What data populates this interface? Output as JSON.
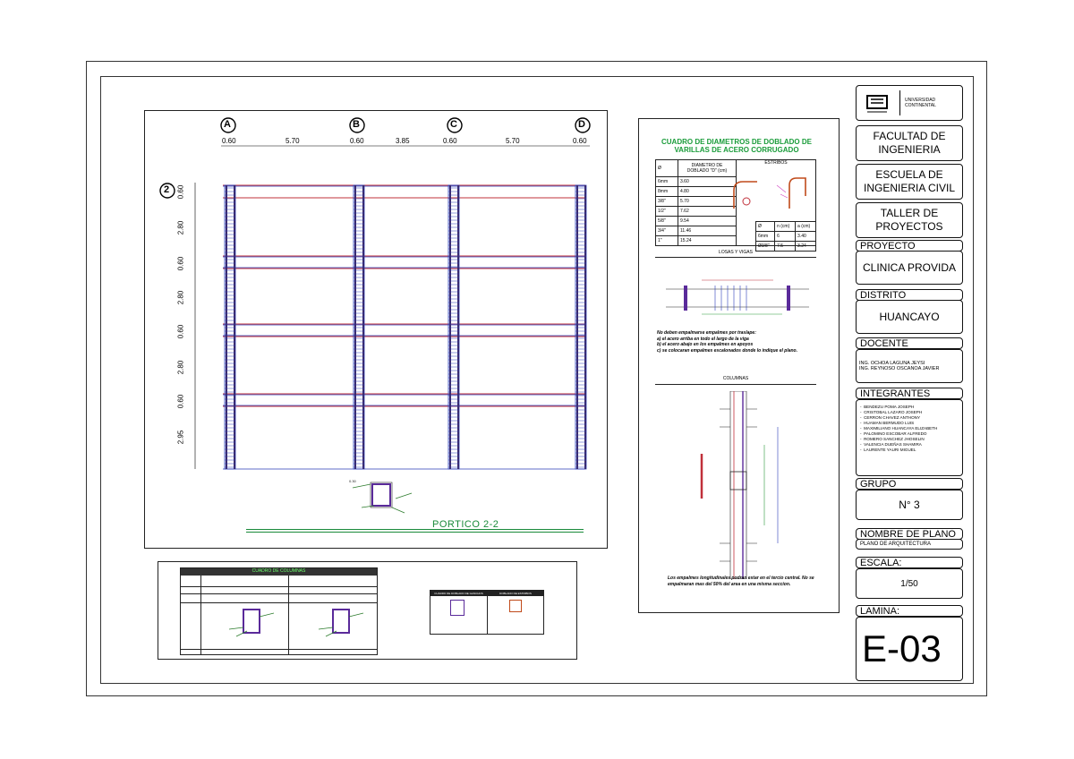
{
  "plan": {
    "axes": [
      "A",
      "B",
      "C",
      "D"
    ],
    "top_dims": [
      "0.60",
      "5.70",
      "0.60",
      "3.85",
      "0.60",
      "5.70",
      "0.60"
    ],
    "side_axis": "2",
    "side_dims": [
      "0.60",
      "2.80",
      "0.60",
      "2.80",
      "0.60",
      "2.80",
      "0.60",
      "2.95"
    ],
    "title": "PORTICO 2-2"
  },
  "details": {
    "table_title": "CUADRO DE DIAMETROS DE DOBLADO DE VARILLAS DE ACERO CORRUGADO",
    "col_diam": "Ø",
    "col_doblado": "DIAMETRO DE DOBLADO \"D\" (cm)",
    "col_estribos": "ESTRIBOS",
    "rows": [
      {
        "d": "6mm",
        "v": "3.60"
      },
      {
        "d": "8mm",
        "v": "4.80"
      },
      {
        "d": "3/8\"",
        "v": "5.70"
      },
      {
        "d": "1/2\"",
        "v": "7.62"
      },
      {
        "d": "5/8\"",
        "v": "9.54"
      },
      {
        "d": "3/4\"",
        "v": "11.46"
      },
      {
        "d": "1\"",
        "v": "15.24"
      }
    ],
    "estribos_head": [
      "Ø",
      "n (cm)",
      "a (cm)"
    ],
    "estribos_rows": [
      [
        "6mm",
        "6",
        "3.40"
      ],
      [
        "Ø3/8\"",
        "7.5",
        "3.24"
      ]
    ],
    "losas_title": "LOSAS Y VIGAS",
    "notes": [
      "No deben empalmarse empalmes por traslape:",
      "a) el acero arriba en todo el largo de la viga",
      "b) el acero abajo en los empalmes en apoyos",
      "c) se colocaran empalmes escalonados donde lo indique el plano."
    ],
    "columnas_title": "COLUMNAS",
    "footer_note": "Los empalmes longitudinales podran estar en el tercio central. No se empalmaran mas del 50% del area en una misma seccion."
  },
  "lower": {
    "table_title": "CUADRO DE COLUMNAS",
    "mini_left_title": "CUADRO DE DOBLADO DE GANCHOS",
    "mini_right_title": "DOBLADO DE ESTRIBOS"
  },
  "titleblock": {
    "university": "UNIVERSIDAD CONTINENTAL",
    "facultad": "FACULTAD DE INGENIERIA",
    "escuela": "ESCUELA DE INGENIERIA CIVIL",
    "taller": "TALLER DE PROYECTOS",
    "proyecto_label": "PROYECTO",
    "proyecto": "CLINICA PROVIDA",
    "distrito_label": "DISTRITO",
    "distrito": "HUANCAYO",
    "docente_label": "DOCENTE",
    "docentes": [
      "ING. OCHOA LAGUNA JEYSI",
      "ING. REYNOSO OSCANOA JAVIER"
    ],
    "integrantes_label": "INTEGRANTES",
    "integrantes": [
      "BENDEZU POMA JOSEPH",
      "CRISTOBAL LAZARO JOSEPH",
      "CERRON CHAVEZ ANTHONY",
      "HUAMAN BERMUDO LUIS",
      "MAXIMILIANO HUANCAYA ELIZABETH",
      "PALOMINO ESCOBAR ALFREDO",
      "ROMERO SANCHEZ JHOSELIN",
      "VALENCIA DUEÑAS SHAMIRA",
      "LAURENTE YAURI MIGUEL"
    ],
    "grupo_label": "GRUPO",
    "grupo": "N° 3",
    "nombre_label": "NOMBRE DE PLANO",
    "nombre": "PLANO DE ARQUITECTURA",
    "escala_label": "ESCALA:",
    "escala": "1/50",
    "lamina_label": "LAMINA:",
    "lamina": "E-03"
  }
}
